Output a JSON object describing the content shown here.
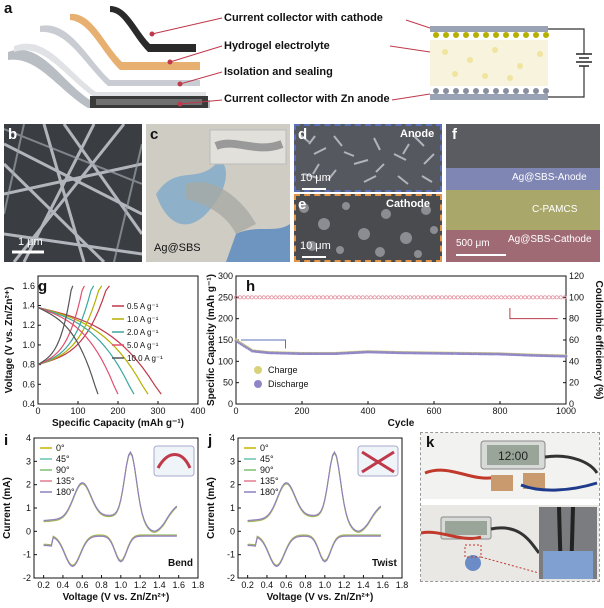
{
  "panel_letters": {
    "a": "a",
    "b": "b",
    "c": "c",
    "d": "d",
    "e": "e",
    "f": "f",
    "g": "g",
    "h": "h",
    "i": "i",
    "j": "j",
    "k": "k"
  },
  "panel_a": {
    "labels": [
      "Current collector with cathode",
      "Hydrogel electrolyte",
      "Isolation and sealing",
      "Current collector with Zn anode"
    ]
  },
  "panel_b": {
    "scale": "1 μm"
  },
  "panel_c": {
    "label": "Ag@SBS"
  },
  "panel_d": {
    "title": "Anode",
    "scale": "10 μm"
  },
  "panel_e": {
    "title": "Cathode",
    "scale": "10 μm"
  },
  "panel_f": {
    "layers": [
      "Ag@SBS-Anode",
      "C-PAMCS",
      "Ag@SBS-Cathode"
    ],
    "scale": "500 μm"
  },
  "colors": {
    "accent_red": "#c0394b",
    "blue": "#5a6fb5",
    "purple": "#7a6fb8",
    "olive": "#b5b000"
  },
  "chart_data": [
    {
      "id": "g",
      "type": "line",
      "xlabel": "Specific Capacity (mAh g⁻¹)",
      "ylabel": "Voltage (V vs. Zn/Zn²⁺)",
      "xlim": [
        0,
        400
      ],
      "ylim": [
        0.4,
        1.7
      ],
      "xticks": [
        "0",
        "100",
        "200",
        "300",
        "400"
      ],
      "yticks": [
        "0.4",
        "0.6",
        "0.8",
        "1.0",
        "1.2",
        "1.4",
        "1.6"
      ],
      "series": [
        {
          "name": "0.5 A g⁻¹",
          "color": "#c0394b",
          "capacity": 308
        },
        {
          "name": "1.0 A g⁻¹",
          "color": "#b5b000",
          "capacity": 275
        },
        {
          "name": "2.0 A g⁻¹",
          "color": "#3aa6a0",
          "capacity": 240
        },
        {
          "name": "5.0 A g⁻¹",
          "color": "#e0506e",
          "capacity": 200
        },
        {
          "name": "10.0 A g⁻¹",
          "color": "#555555",
          "capacity": 150
        }
      ]
    },
    {
      "id": "h",
      "type": "scatter",
      "xlabel": "Cycle",
      "ylabel": "Specific Capacity (mAh g⁻¹)",
      "y2label": "Coulombic efficiency (%)",
      "xlim": [
        0,
        1000
      ],
      "ylim": [
        0,
        300
      ],
      "y2lim": [
        0,
        120
      ],
      "xticks": [
        "0",
        "200",
        "400",
        "600",
        "800",
        "1000"
      ],
      "yticks": [
        "0",
        "50",
        "100",
        "150",
        "200",
        "250",
        "300"
      ],
      "y2ticks": [
        "0",
        "20",
        "40",
        "60",
        "80",
        "100",
        "120"
      ],
      "legend": [
        "Charge",
        "Discharge"
      ],
      "series": [
        {
          "name": "Coulombic efficiency",
          "axis": "right",
          "points": [
            [
              0,
              100
            ],
            [
              200,
              100
            ],
            [
              400,
              100
            ],
            [
              600,
              100
            ],
            [
              800,
              100
            ],
            [
              1000,
              100
            ]
          ]
        },
        {
          "name": "Charge",
          "axis": "left",
          "points": [
            [
              0,
              150
            ],
            [
              50,
              125
            ],
            [
              100,
              121
            ],
            [
              200,
              119
            ],
            [
              300,
              119
            ],
            [
              400,
              123
            ],
            [
              500,
              121
            ],
            [
              600,
              120
            ],
            [
              700,
              119
            ],
            [
              800,
              118
            ],
            [
              900,
              115
            ],
            [
              1000,
              113
            ]
          ]
        },
        {
          "name": "Discharge",
          "axis": "left",
          "points": [
            [
              0,
              148
            ],
            [
              50,
              124
            ],
            [
              100,
              120
            ],
            [
              200,
              118
            ],
            [
              300,
              118
            ],
            [
              400,
              122
            ],
            [
              500,
              120
            ],
            [
              600,
              119
            ],
            [
              700,
              118
            ],
            [
              800,
              117
            ],
            [
              900,
              114
            ],
            [
              1000,
              112
            ]
          ]
        }
      ]
    },
    {
      "id": "i",
      "type": "line",
      "xlabel": "Voltage (V vs. Zn/Zn²⁺)",
      "ylabel": "Current (mA)",
      "xlim": [
        0.1,
        1.8
      ],
      "ylim": [
        -2,
        4
      ],
      "xticks": [
        "0.2",
        "0.4",
        "0.6",
        "0.8",
        "1.0",
        "1.2",
        "1.4",
        "1.6",
        "1.8"
      ],
      "yticks": [
        "-2",
        "-1",
        "0",
        "1",
        "2",
        "3",
        "4"
      ],
      "annotation": "Bend",
      "series": [
        {
          "name": "0°"
        },
        {
          "name": "45°"
        },
        {
          "name": "90°"
        },
        {
          "name": "135°"
        },
        {
          "name": "180°"
        }
      ]
    },
    {
      "id": "j",
      "type": "line",
      "xlabel": "Voltage (V vs. Zn/Zn²⁺)",
      "ylabel": "Current (mA)",
      "xlim": [
        0.1,
        1.8
      ],
      "ylim": [
        -2,
        4
      ],
      "xticks": [
        "0.2",
        "0.4",
        "0.6",
        "0.8",
        "1.0",
        "1.2",
        "1.4",
        "1.6",
        "1.8"
      ],
      "yticks": [
        "-2",
        "-1",
        "0",
        "1",
        "2",
        "3",
        "4"
      ],
      "annotation": "Twist",
      "series": [
        {
          "name": "0°"
        },
        {
          "name": "45°"
        },
        {
          "name": "90°"
        },
        {
          "name": "135°"
        },
        {
          "name": "180°"
        }
      ]
    }
  ],
  "cv_colors": [
    "#c8b400",
    "#69c2b0",
    "#7fbf6f",
    "#e07a90",
    "#8c80c0"
  ]
}
